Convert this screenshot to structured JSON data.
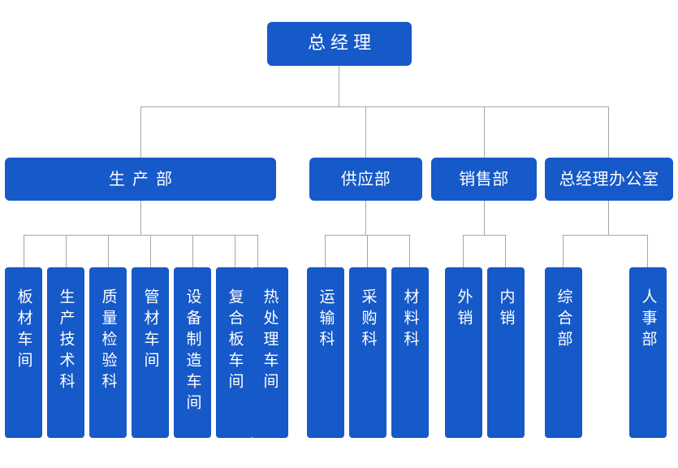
{
  "chart_data": {
    "type": "diagram",
    "diagram_type": "organizational-chart",
    "title": "",
    "orientation": "top-down",
    "node_color": "#1659C8",
    "node_text_color": "#FFFFFF",
    "connector_color": "#A6A6A6",
    "background": "#FFFFFF",
    "levels": 3,
    "nodes": [
      {
        "id": "n0",
        "label": "总经理",
        "level": 1,
        "parent": null
      },
      {
        "id": "n1",
        "label": "生产部",
        "level": 2,
        "parent": "n0"
      },
      {
        "id": "n2",
        "label": "供应部",
        "level": 2,
        "parent": "n0"
      },
      {
        "id": "n3",
        "label": "销售部",
        "level": 2,
        "parent": "n0"
      },
      {
        "id": "n4",
        "label": "总经理办公室",
        "level": 2,
        "parent": "n0"
      },
      {
        "id": "n1a",
        "label": "板材车间",
        "level": 3,
        "parent": "n1"
      },
      {
        "id": "n1b",
        "label": "生产技术科",
        "level": 3,
        "parent": "n1"
      },
      {
        "id": "n1c",
        "label": "质量检验科",
        "level": 3,
        "parent": "n1"
      },
      {
        "id": "n1d",
        "label": "管材车间",
        "level": 3,
        "parent": "n1"
      },
      {
        "id": "n1e",
        "label": "设备制造车间",
        "level": 3,
        "parent": "n1"
      },
      {
        "id": "n1f",
        "label": "复合板车间",
        "level": 3,
        "parent": "n1"
      },
      {
        "id": "n1g",
        "label": "热处理车间",
        "level": 3,
        "parent": "n1"
      },
      {
        "id": "n2a",
        "label": "运输科",
        "level": 3,
        "parent": "n2"
      },
      {
        "id": "n2b",
        "label": "采购科",
        "level": 3,
        "parent": "n2"
      },
      {
        "id": "n2c",
        "label": "材料科",
        "level": 3,
        "parent": "n2"
      },
      {
        "id": "n3a",
        "label": "外销",
        "level": 3,
        "parent": "n3"
      },
      {
        "id": "n3b",
        "label": "内销",
        "level": 3,
        "parent": "n3"
      },
      {
        "id": "n4a",
        "label": "综合部",
        "level": 3,
        "parent": "n4"
      },
      {
        "id": "n4b",
        "label": "人事部",
        "level": 3,
        "parent": "n4"
      }
    ]
  },
  "root": {
    "label": "总经理"
  },
  "departments": [
    {
      "label": "生产部"
    },
    {
      "label": "供应部"
    },
    {
      "label": "销售部"
    },
    {
      "label": "总经理办公室"
    }
  ],
  "production_units": [
    {
      "label": "板材车间"
    },
    {
      "label": "生产技术科"
    },
    {
      "label": "质量检验科"
    },
    {
      "label": "管材车间"
    },
    {
      "label": "设备制造车间"
    },
    {
      "label": "复合板车间"
    },
    {
      "label": "热处理车间"
    }
  ],
  "supply_units": [
    {
      "label": "运输科"
    },
    {
      "label": "采购科"
    },
    {
      "label": "材料科"
    }
  ],
  "sales_units": [
    {
      "label": "外销"
    },
    {
      "label": "内销"
    }
  ],
  "office_units": [
    {
      "label": "综合部"
    },
    {
      "label": "人事部"
    }
  ]
}
